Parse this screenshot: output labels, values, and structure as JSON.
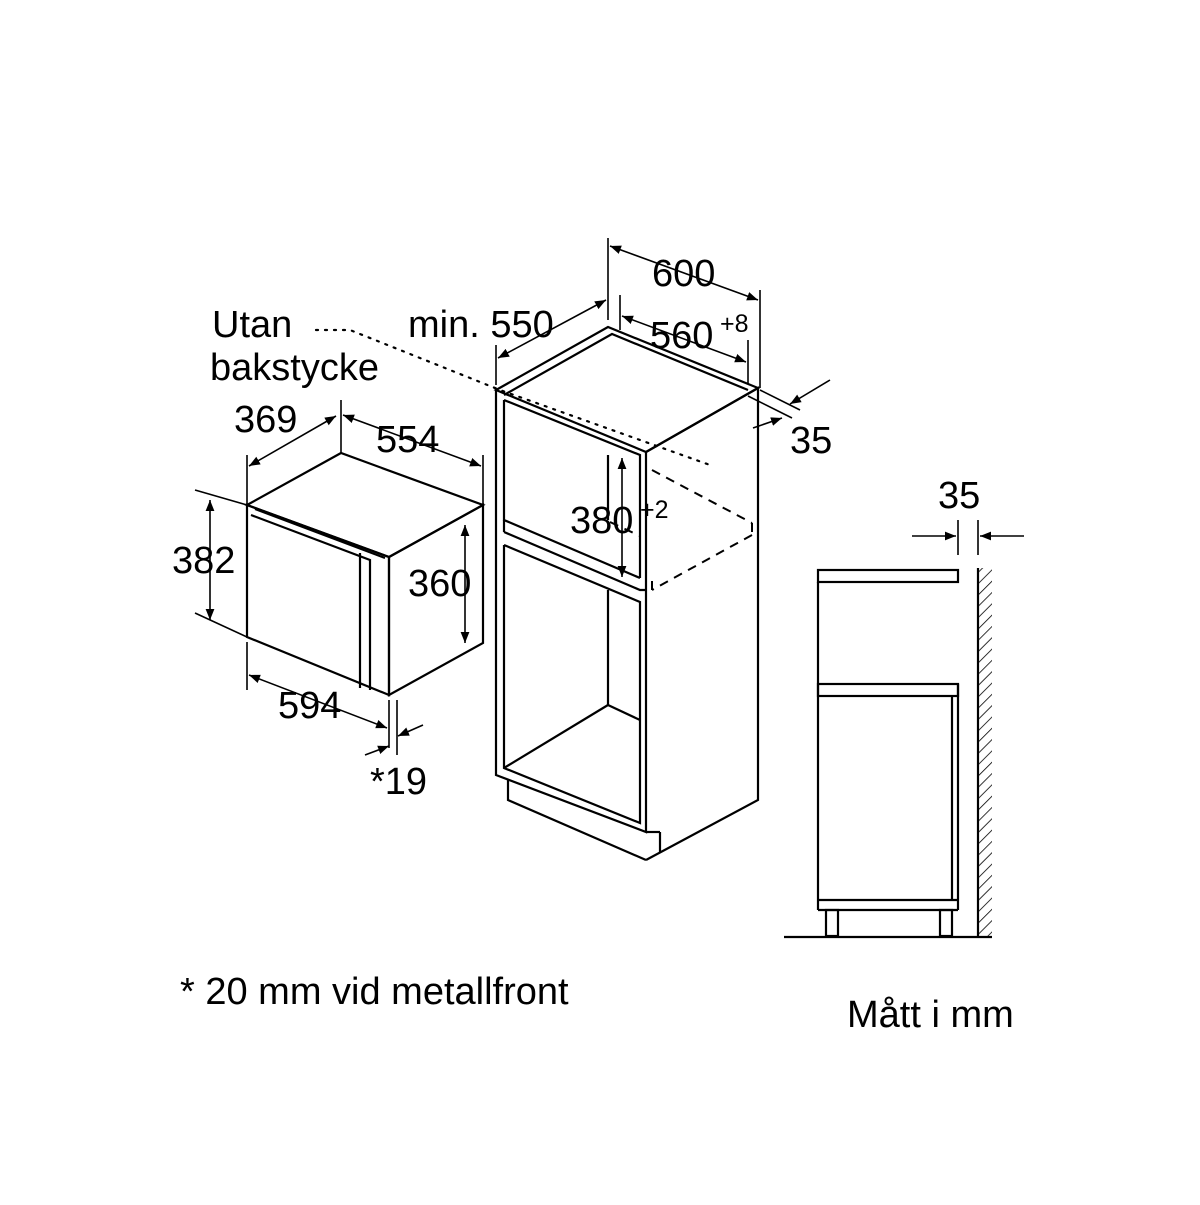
{
  "labels": {
    "without_back_line1": "Utan",
    "without_back_line2": "bakstycke",
    "min_550": "min. 550",
    "d600": "600",
    "d560": "560",
    "d560_tol": "+8",
    "d35_cabinet": "35",
    "d369": "369",
    "d554": "554",
    "d382": "382",
    "d360": "360",
    "d594": "594",
    "d19": "*19",
    "d380": "380",
    "d380_tol": "+2",
    "d35_side": "35"
  },
  "footnote": "* 20 mm vid metallfront",
  "units_note": "Mått i mm",
  "colors": {
    "line": "#000000",
    "background": "#ffffff"
  }
}
